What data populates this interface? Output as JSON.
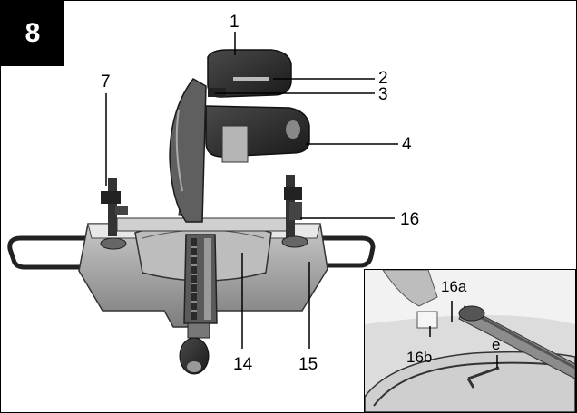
{
  "figure": {
    "number": "8"
  },
  "callouts": {
    "c1": "1",
    "c2": "2",
    "c3": "3",
    "c4": "4",
    "c7": "7",
    "c16": "16",
    "c14": "14",
    "c15": "15"
  },
  "inset": {
    "c16a": "16a",
    "c16b": "16b",
    "ce": "e"
  }
}
